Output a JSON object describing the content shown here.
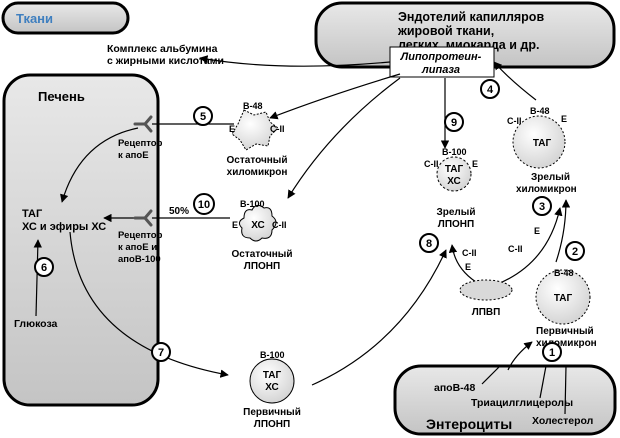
{
  "compartments": {
    "tissues": "Ткани",
    "endothelium_lines": [
      "Эндотелий капилляров",
      "жировой ткани,",
      "легких, миокарда  и др."
    ],
    "liver": "Печень",
    "enterocytes": "Энтероциты"
  },
  "enzyme": {
    "lines": [
      "Липопротеин-",
      "липаза"
    ]
  },
  "albumin_complex": {
    "lines": [
      "Комплекс альбумина",
      "с жирными кислотами"
    ]
  },
  "receptors": {
    "apoE": [
      "Рецептор",
      "к апоE"
    ],
    "apoE_apoB100": [
      "Рецептор",
      "к апоE и",
      "апоB-100"
    ]
  },
  "liver_content": {
    "line1": "ТАГ",
    "line2": "ХС и эфиры ХС",
    "glucose": "Глюкоза"
  },
  "percent_label": "50%",
  "apolipoproteins": {
    "b48": "B-48",
    "b100": "B-100",
    "c2": "C-II",
    "e": "E",
    "apob48": "апоB-48"
  },
  "particles": {
    "primary_chylomicron": {
      "core": "ТАГ",
      "caption": [
        "Первичный",
        "хиломикрон"
      ]
    },
    "mature_chylomicron": {
      "core": "ТАГ",
      "caption": [
        "Зрелый",
        "хиломикрон"
      ]
    },
    "remnant_chylomicron": {
      "caption": [
        "Остаточный",
        "хиломикрон"
      ]
    },
    "mature_vldl": {
      "core": [
        "ТАГ",
        "ХС"
      ],
      "caption": [
        "Зрелый",
        "ЛПОНП"
      ]
    },
    "remnant_vldl": {
      "core": "ХС",
      "caption": [
        "Остаточный",
        "ЛПОНП"
      ]
    },
    "primary_vldl": {
      "core": [
        "ТАГ",
        "ХС"
      ],
      "caption": [
        "Первичный",
        "ЛПОНП"
      ]
    },
    "hdl": {
      "caption": "ЛПВП"
    }
  },
  "enterocyte_content": {
    "triacylglycerols": "Триацилглицеролы",
    "cholesterol": "Холестерол"
  },
  "steps": [
    "1",
    "2",
    "3",
    "4",
    "5",
    "6",
    "7",
    "8",
    "9",
    "10"
  ]
}
